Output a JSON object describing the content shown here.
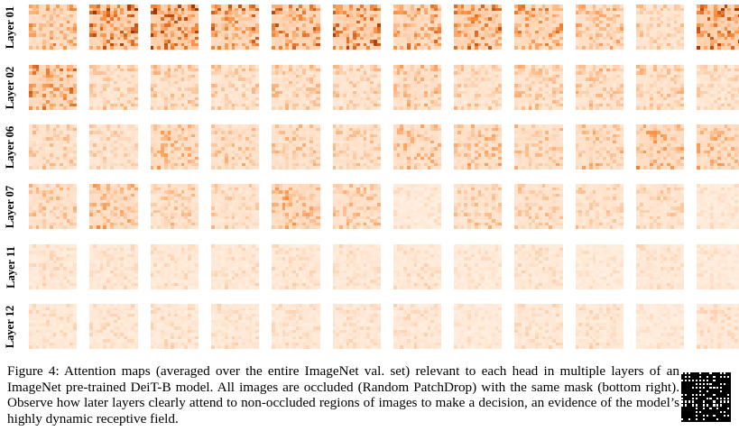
{
  "figure": {
    "rows": [
      {
        "label": "Layer 01",
        "heads": [
          0.55,
          0.85,
          0.95,
          0.7,
          0.75,
          0.8,
          0.6,
          0.75,
          0.6,
          0.45,
          0.3,
          0.85
        ]
      },
      {
        "label": "Layer 02",
        "heads": [
          0.65,
          0.3,
          0.35,
          0.3,
          0.35,
          0.3,
          0.4,
          0.3,
          0.35,
          0.35,
          0.35,
          0.25
        ]
      },
      {
        "label": "Layer 06",
        "heads": [
          0.35,
          0.3,
          0.5,
          0.4,
          0.4,
          0.35,
          0.45,
          0.45,
          0.4,
          0.45,
          0.55,
          0.5
        ]
      },
      {
        "label": "Layer 07",
        "heads": [
          0.4,
          0.5,
          0.35,
          0.3,
          0.55,
          0.4,
          0.15,
          0.35,
          0.35,
          0.3,
          0.3,
          0.15
        ]
      },
      {
        "label": "Layer 11",
        "heads": [
          0.2,
          0.2,
          0.2,
          0.2,
          0.2,
          0.2,
          0.2,
          0.15,
          0.2,
          0.15,
          0.2,
          0.15
        ]
      },
      {
        "label": "Layer 12",
        "heads": [
          0.2,
          0.2,
          0.2,
          0.2,
          0.2,
          0.2,
          0.2,
          0.15,
          0.2,
          0.2,
          0.15,
          0.2
        ]
      }
    ],
    "colormap": {
      "low": "#fff5eb",
      "mid": "#fd8d3c",
      "high": "#a63603"
    },
    "mask_color": "#000000"
  },
  "caption": {
    "text": "Figure 4: Attention maps (averaged over the entire ImageNet val. set) relevant to each head in multiple layers of an ImageNet pre-trained DeiT-B model. All images are occluded (Random PatchDrop) with the same mask (bottom right). Observe how later layers clearly attend to non-occluded regions of images to make a decision, an evidence of the model’s highly dynamic receptive field."
  }
}
